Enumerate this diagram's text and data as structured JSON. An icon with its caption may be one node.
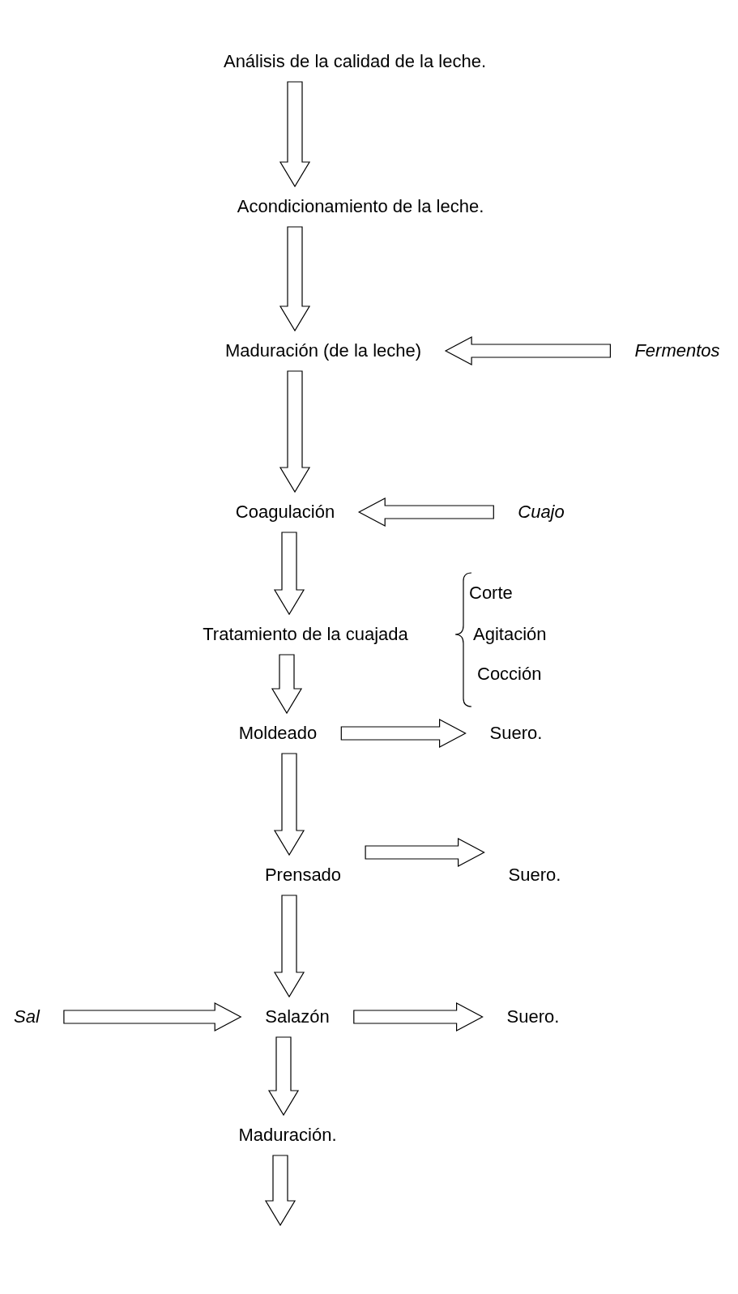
{
  "diagram": {
    "nodes": [
      {
        "text": [
          "Análisis de la calidad de la leche."
        ]
      },
      {
        "text": [
          "Acondicionamiento de la leche."
        ]
      },
      {
        "text": [
          "Maduración (de la leche)"
        ]
      },
      {
        "text": [
          "Fermentos"
        ]
      },
      {
        "text": [
          "Coagulación"
        ]
      },
      {
        "text": [
          "Cuajo"
        ]
      },
      {
        "text": [
          "Tratamiento de la cuajada"
        ],
        "beside": [
          "Corte",
          "Agitación",
          "Cocción"
        ]
      },
      {
        "text": [
          "Moldeado"
        ]
      },
      {
        "text": [
          "Suero."
        ]
      },
      {
        "text": [
          "Prensado"
        ]
      },
      {
        "text": [
          "Suero."
        ]
      },
      {
        "text": [
          "Sal"
        ]
      },
      {
        "text": [
          "Salazón"
        ]
      },
      {
        "text": [
          "Suero."
        ]
      },
      {
        "text": [
          "Maduración."
        ]
      }
    ],
    "edges": [
      {
        "from": 0,
        "to": 1,
        "arrow": "to"
      },
      {
        "from": 1,
        "to": 2,
        "arrow": "to"
      },
      {
        "from": 3,
        "to": 2,
        "arrow": "to"
      },
      {
        "from": 2,
        "to": 4,
        "arrow": "to"
      },
      {
        "from": 5,
        "to": 4,
        "arrow": "to"
      },
      {
        "from": 4,
        "to": 6,
        "arrow": "to"
      },
      {
        "from": 6,
        "to": 7,
        "arrow": "to"
      },
      {
        "from": 7,
        "to": 8,
        "arrow": "to"
      },
      {
        "from": 7,
        "to": 9,
        "arrow": "to"
      },
      {
        "from": 9,
        "to": 10,
        "arrow": "to"
      },
      {
        "from": 9,
        "to": 12,
        "arrow": "to"
      },
      {
        "from": 11,
        "to": 12,
        "arrow": "to"
      },
      {
        "from": 12,
        "to": 13,
        "arrow": "to"
      },
      {
        "from": 12,
        "to": 14,
        "arrow": "to"
      },
      {
        "from": 14,
        "to": null,
        "arrow": "to"
      }
    ]
  }
}
